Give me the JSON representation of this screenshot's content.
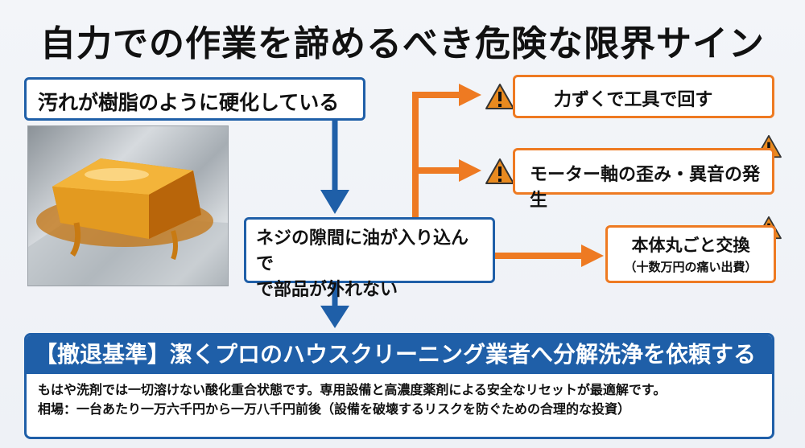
{
  "title": "自力での作業を諦めるべき危険な限界サイン",
  "box_top": "汚れが樹脂のように硬化している",
  "box_mid_line1": "ネジの隙間に油が入り込んで",
  "box_mid_line2": "で部品が外れない",
  "outcomes": [
    {
      "label": "力ずくで工具で回す"
    },
    {
      "label": "モーター軸の歪み・異音の発生"
    },
    {
      "label": "本体丸ごと交換",
      "sub": "（十数万円の痛い出費）"
    }
  ],
  "bottom": {
    "heading": "【撤退基準】潔くプロのハウスクリーニング業者へ分解洗浄を依頼する",
    "line1": "もはや洗剤では一切溶けない酸化重合状態です。専用設備と高濃度薬剤による安全なリセットが最適解です。",
    "line2": "相場：一台あたり一万六千円から一万八千円前後（設備を破壊するリスクを防ぐための合理的な投資）"
  },
  "colors": {
    "blue": "#1f5fa8",
    "orange": "#ee7a22",
    "warning": "#e98a1f"
  },
  "icons": [
    "warning-icon"
  ]
}
